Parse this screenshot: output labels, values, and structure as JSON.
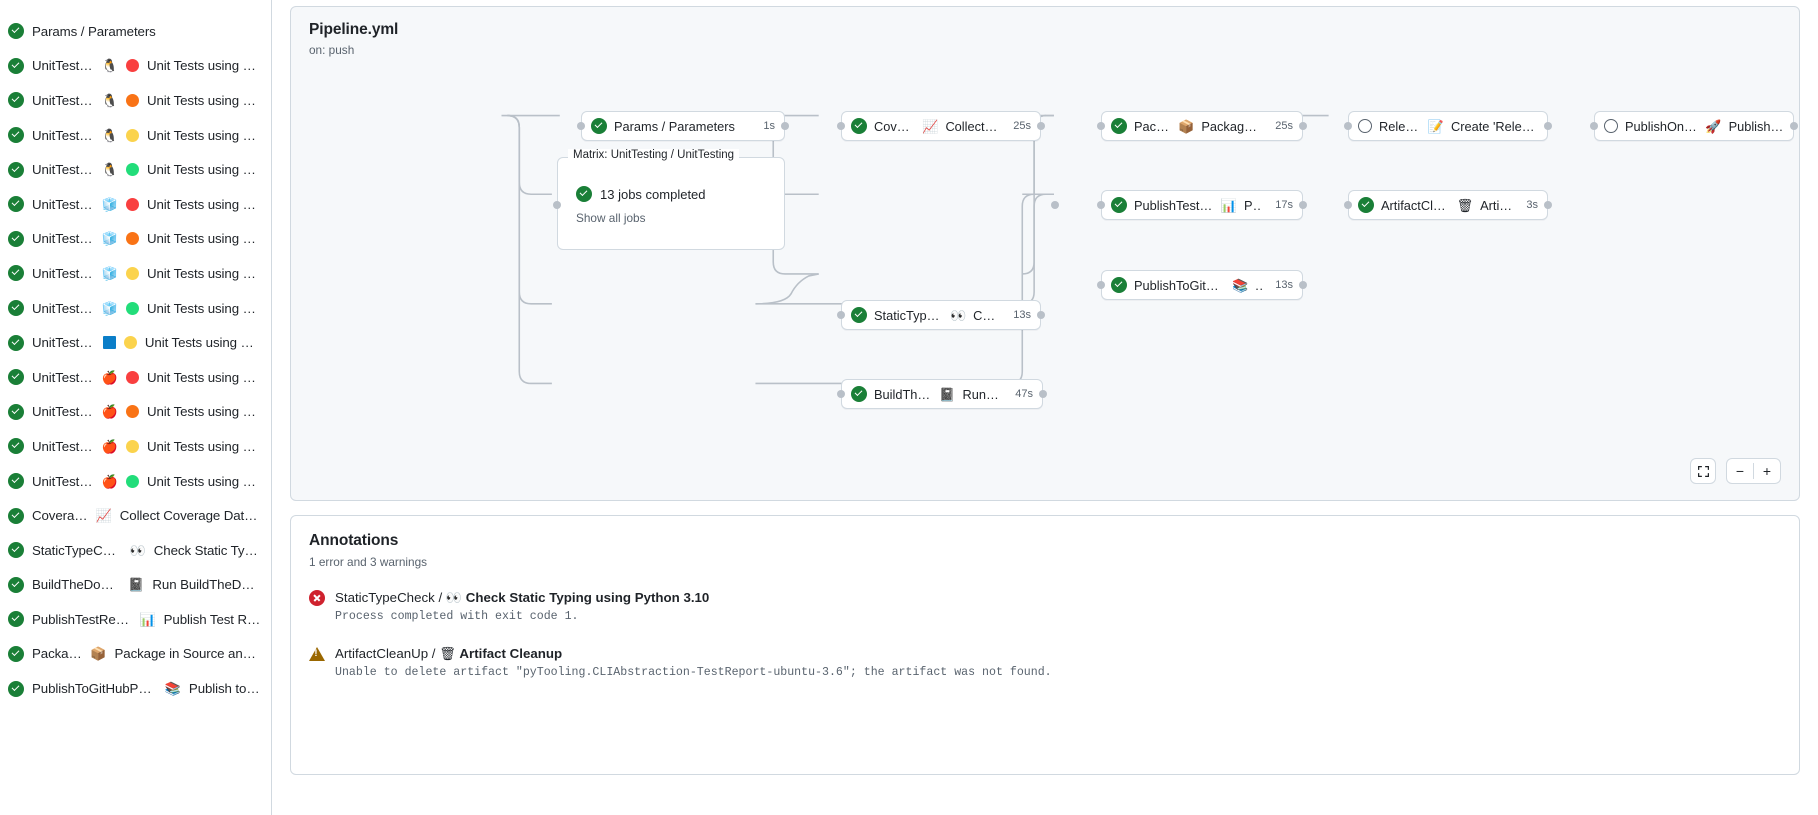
{
  "sidebar": {
    "jobs": [
      {
        "status": "success",
        "name": "Params / Parameters",
        "icons": []
      },
      {
        "status": "success",
        "name": "UnitTesting / ",
        "icons": [
          "penguin",
          "dot-red"
        ],
        "suffix": "Unit Tests using Pyth..."
      },
      {
        "status": "success",
        "name": "UnitTesting / ",
        "icons": [
          "penguin",
          "dot-orange"
        ],
        "suffix": "Unit Tests using Pyth..."
      },
      {
        "status": "success",
        "name": "UnitTesting / ",
        "icons": [
          "penguin",
          "dot-yellow"
        ],
        "suffix": "Unit Tests using Pyth..."
      },
      {
        "status": "success",
        "name": "UnitTesting / ",
        "icons": [
          "penguin",
          "dot-green"
        ],
        "suffix": "Unit Tests using Pyth..."
      },
      {
        "status": "success",
        "name": "UnitTesting / ",
        "icons": [
          "cube",
          "dot-red"
        ],
        "suffix": "Unit Tests using Pyth..."
      },
      {
        "status": "success",
        "name": "UnitTesting / ",
        "icons": [
          "cube",
          "dot-orange"
        ],
        "suffix": "Unit Tests using Pyth..."
      },
      {
        "status": "success",
        "name": "UnitTesting / ",
        "icons": [
          "cube",
          "dot-yellow"
        ],
        "suffix": "Unit Tests using Pyth..."
      },
      {
        "status": "success",
        "name": "UnitTesting / ",
        "icons": [
          "cube",
          "dot-green"
        ],
        "suffix": "Unit Tests using Pyth..."
      },
      {
        "status": "success",
        "name": "UnitTesting / ",
        "icons": [
          "blue-square",
          "dot-yellow"
        ],
        "suffix": "Unit Tests using Pyth..."
      },
      {
        "status": "success",
        "name": "UnitTesting / ",
        "icons": [
          "apple",
          "dot-red"
        ],
        "suffix": "Unit Tests using Pyth..."
      },
      {
        "status": "success",
        "name": "UnitTesting / ",
        "icons": [
          "apple",
          "dot-orange"
        ],
        "suffix": "Unit Tests using Pyth..."
      },
      {
        "status": "success",
        "name": "UnitTesting / ",
        "icons": [
          "apple",
          "dot-yellow"
        ],
        "suffix": "Unit Tests using Pyth..."
      },
      {
        "status": "success",
        "name": "UnitTesting / ",
        "icons": [
          "apple",
          "dot-green"
        ],
        "suffix": "Unit Tests using Pyth..."
      },
      {
        "status": "success",
        "name": "Coverage / ",
        "icons": [
          "chart"
        ],
        "suffix": "Collect Coverage Data usi..."
      },
      {
        "status": "success",
        "name": "StaticTypeCheck / ",
        "icons": [
          "eyes"
        ],
        "suffix": "Check Static Typing..."
      },
      {
        "status": "success",
        "name": "BuildTheDocs / ",
        "icons": [
          "notebook"
        ],
        "suffix": "Run BuildTheDocs"
      },
      {
        "status": "success",
        "name": "PublishTestResults / ",
        "icons": [
          "barchart"
        ],
        "suffix": "Publish Test Resu..."
      },
      {
        "status": "success",
        "name": "Package / ",
        "icons": [
          "package"
        ],
        "suffix": "Package in Source and Wh..."
      },
      {
        "status": "success",
        "name": "PublishToGitHubPages / ",
        "icons": [
          "books"
        ],
        "suffix": "Publish to G..."
      }
    ]
  },
  "graph": {
    "title": "Pipeline.yml",
    "trigger": "on: push",
    "nodes": [
      {
        "id": "params",
        "status": "success",
        "label": "Params / Parameters",
        "duration": "1s",
        "emoji": ""
      },
      {
        "id": "coverage",
        "status": "success",
        "label": "Coverage / ",
        "emoji": "chart",
        "label2": "Collect Cove...",
        "duration": "25s"
      },
      {
        "id": "package",
        "status": "success",
        "label": "Package / ",
        "emoji": "package",
        "label2": "Package in So...",
        "duration": "25s"
      },
      {
        "id": "release",
        "status": "pending",
        "label": "Release / ",
        "emoji": "memo",
        "label2": "Create 'Release P...",
        "duration": ""
      },
      {
        "id": "pypi",
        "status": "pending",
        "label": "PublishOnPyPI / ",
        "emoji": "rocket",
        "label2": "Publish to ...",
        "duration": ""
      },
      {
        "id": "testres",
        "status": "success",
        "label": "PublishTestResults / ",
        "emoji": "barchart",
        "label2": "Pu...",
        "duration": "17s"
      },
      {
        "id": "artifact",
        "status": "success",
        "label": "ArtifactCleanUp / ",
        "emoji": "wastebasket",
        "label2": "Artifac...",
        "duration": "3s"
      },
      {
        "id": "ghpages",
        "status": "success",
        "label": "PublishToGitHubPages / ",
        "emoji": "books",
        "label2": "...",
        "duration": "13s"
      },
      {
        "id": "statictype",
        "status": "success",
        "label": "StaticTypeCheck / ",
        "emoji": "eyes",
        "label2": "Chec...",
        "duration": "13s"
      },
      {
        "id": "builddocs",
        "status": "success",
        "label": "BuildTheDocs / ",
        "emoji": "notebook",
        "label2": "Run Buil...",
        "duration": "47s"
      }
    ],
    "matrix": {
      "title": "Matrix: UnitTesting / UnitTesting",
      "status": "success",
      "summary": "13 jobs completed",
      "link": "Show all jobs"
    },
    "controls": {
      "fit": "fit-screen-icon",
      "zoom_out": "−",
      "zoom_in": "+"
    }
  },
  "annotations": {
    "title": "Annotations",
    "subtitle": "1 error and 3 warnings",
    "items": [
      {
        "severity": "error",
        "job": "StaticTypeCheck / ",
        "emoji": "eyes",
        "title": "Check Static Typing using Python 3.10",
        "message": "Process completed with exit code 1."
      },
      {
        "severity": "warning",
        "job": "ArtifactCleanUp / ",
        "emoji": "wastebasket",
        "title": "Artifact Cleanup",
        "message": "Unable to delete artifact \"pyTooling.CLIAbstraction-TestReport-ubuntu-3.6\"; the artifact was not found."
      }
    ]
  },
  "colors": {
    "success": "#1a7f37",
    "error": "#cf222e",
    "warning": "#9a6700",
    "border": "#d1d9e0",
    "canvas": "#f6f8fa",
    "muted": "#59636e",
    "dot_red": "#f93f3f",
    "dot_orange": "#f97316",
    "dot_yellow": "#fbd34d",
    "dot_green": "#22dd7a",
    "blue_square": "#0b7ec8"
  }
}
